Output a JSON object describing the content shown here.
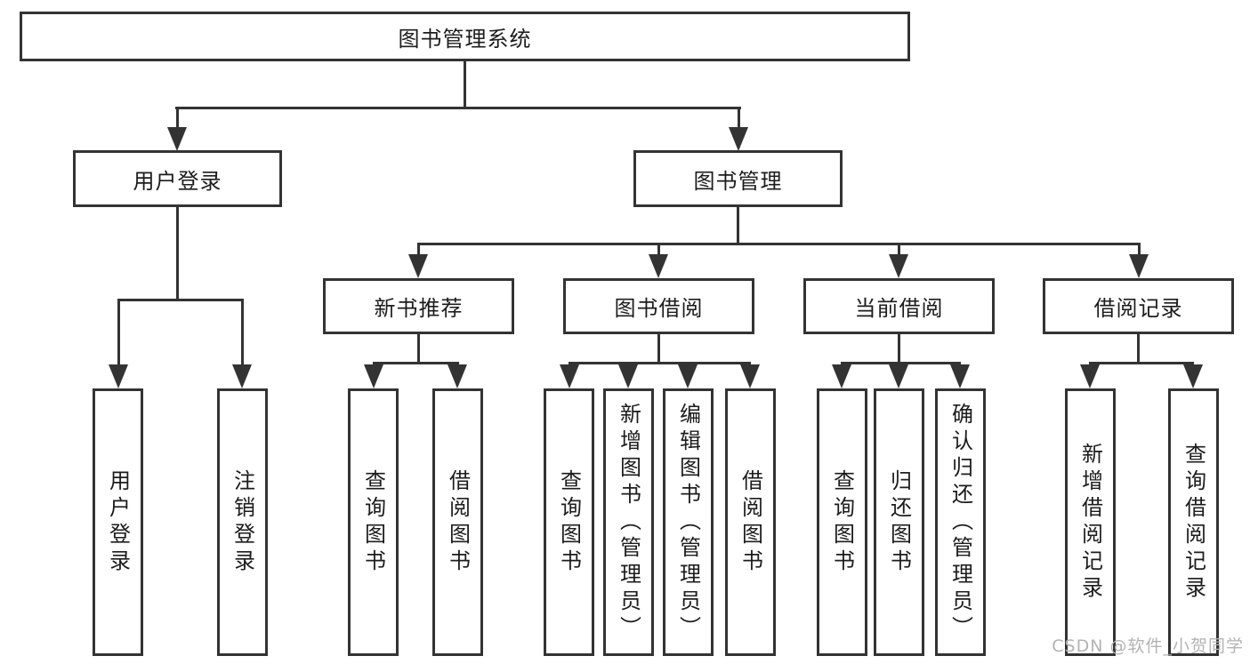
{
  "diagram": {
    "title": "图书管理系统",
    "line_color": "#333333",
    "text_color": "#1c1c1c",
    "root": {
      "label": "图书管理系统"
    },
    "level2": [
      {
        "label": "用户登录"
      },
      {
        "label": "图书管理"
      }
    ],
    "level3": [
      {
        "label": "新书推荐",
        "parent": "图书管理"
      },
      {
        "label": "图书借阅",
        "parent": "图书管理"
      },
      {
        "label": "当前借阅",
        "parent": "图书管理"
      },
      {
        "label": "借阅记录",
        "parent": "图书管理"
      }
    ],
    "leaves": [
      {
        "label": "用户登录",
        "parent": "用户登录"
      },
      {
        "label": "注销登录",
        "parent": "用户登录"
      },
      {
        "label": "查询图书",
        "parent": "新书推荐"
      },
      {
        "label": "借阅图书",
        "parent": "新书推荐"
      },
      {
        "label": "查询图书",
        "parent": "图书借阅"
      },
      {
        "label": "新增图书（管理员）",
        "parent": "图书借阅"
      },
      {
        "label": "编辑图书（管理员）",
        "parent": "图书借阅"
      },
      {
        "label": "借阅图书",
        "parent": "图书借阅"
      },
      {
        "label": "查询图书",
        "parent": "当前借阅"
      },
      {
        "label": "归还图书",
        "parent": "当前借阅"
      },
      {
        "label": "确认归还（管理员）",
        "parent": "当前借阅"
      },
      {
        "label": "新增借阅记录",
        "parent": "借阅记录"
      },
      {
        "label": "查询借阅记录",
        "parent": "借阅记录"
      }
    ]
  },
  "watermark": {
    "text": "CSDN @软件_小贺同学",
    "color": "#b3b3b3"
  }
}
